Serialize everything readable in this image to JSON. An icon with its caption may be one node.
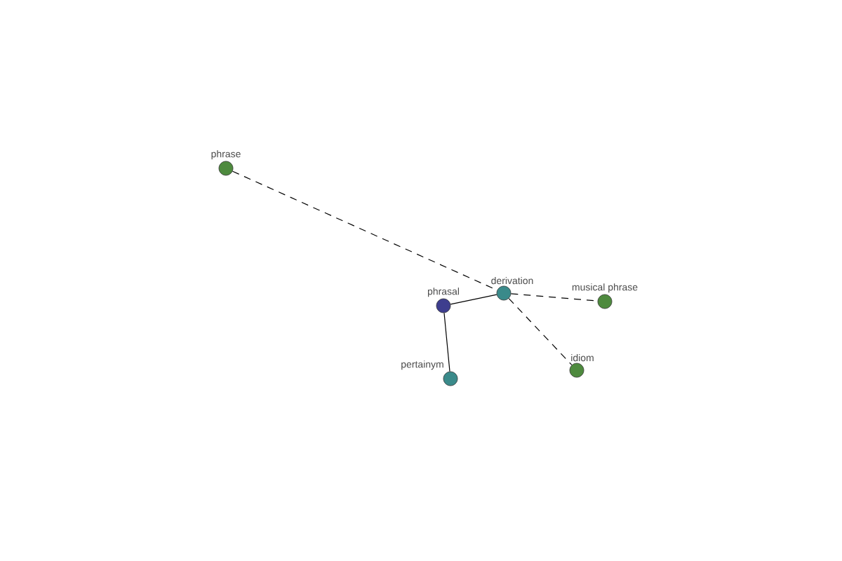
{
  "diagram": {
    "nodes": [
      {
        "text": [
          "phrase"
        ]
      },
      {
        "text": [
          "phrasal"
        ]
      },
      {
        "text": [
          "derivation"
        ]
      },
      {
        "text": [
          "musical phrase"
        ]
      },
      {
        "text": [
          "pertainym"
        ]
      },
      {
        "text": [
          "idiom"
        ]
      }
    ],
    "edges": [
      {
        "from": 0,
        "to": 2,
        "arrow": "none",
        "style": "dashed"
      },
      {
        "from": 1,
        "to": 2,
        "arrow": "none"
      },
      {
        "from": 2,
        "to": 3,
        "arrow": "none",
        "style": "dashed"
      },
      {
        "from": 2,
        "to": 5,
        "arrow": "none",
        "style": "dashed"
      },
      {
        "from": 1,
        "to": 4,
        "arrow": "none"
      }
    ]
  }
}
